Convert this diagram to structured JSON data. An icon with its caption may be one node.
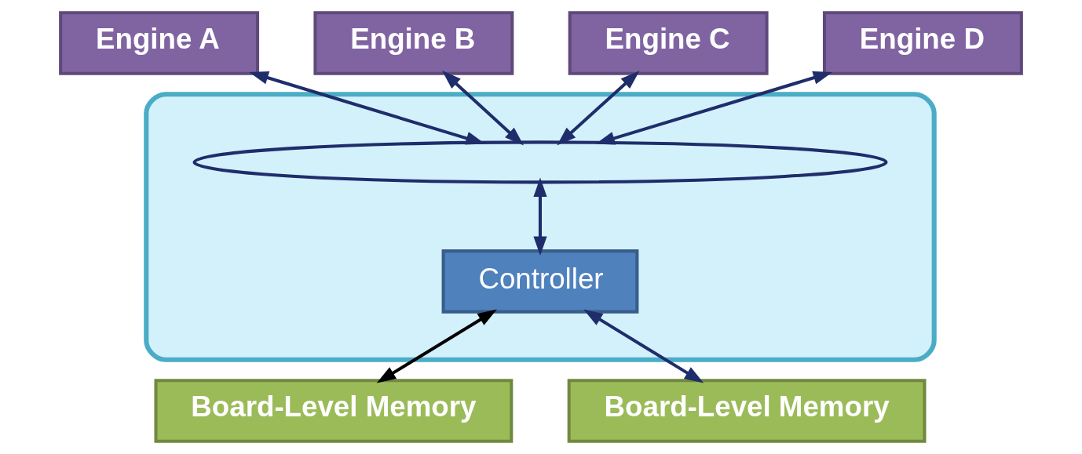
{
  "diagram": {
    "nodes": [
      {
        "text": [
          "Engine A"
        ]
      },
      {
        "text": [
          "Engine B"
        ]
      },
      {
        "text": [
          "Engine C"
        ]
      },
      {
        "text": [
          "Engine D"
        ]
      },
      {
        "text": [],
        "shape": "cloud"
      },
      {
        "text": [],
        "shape": "ellipse",
        "in": 4
      },
      {
        "text": [
          "Controller"
        ],
        "in": 4
      },
      {
        "text": [
          "Board-Level Memory"
        ]
      },
      {
        "text": [
          "Board-Level Memory"
        ]
      }
    ],
    "edges": [
      {
        "from": 0,
        "to": 5,
        "arrow": "both"
      },
      {
        "from": 1,
        "to": 5,
        "arrow": "both"
      },
      {
        "from": 2,
        "to": 5,
        "arrow": "both"
      },
      {
        "from": 3,
        "to": 5,
        "arrow": "both"
      },
      {
        "from": 5,
        "to": 6,
        "arrow": "both"
      },
      {
        "from": 6,
        "to": 7,
        "arrow": "both",
        "color": "#000000"
      },
      {
        "from": 6,
        "to": 8,
        "arrow": "both"
      }
    ]
  }
}
